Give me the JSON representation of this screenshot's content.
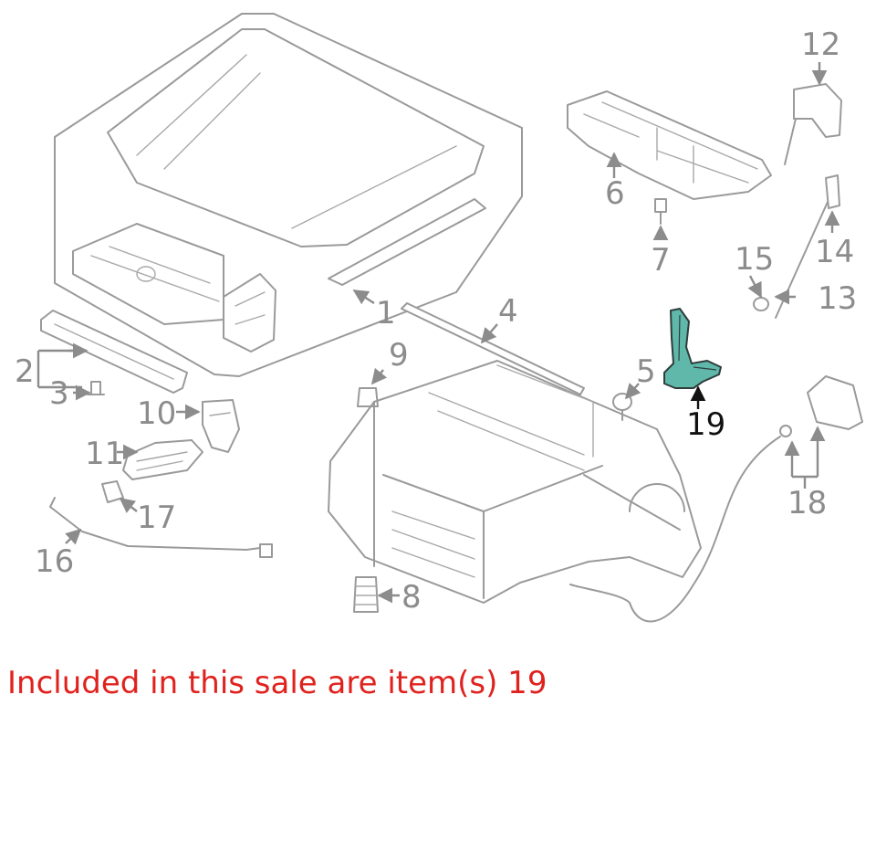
{
  "callouts": {
    "c1": "1",
    "c2": "2",
    "c3": "3",
    "c4": "4",
    "c5": "5",
    "c6": "6",
    "c7": "7",
    "c8": "8",
    "c9": "9",
    "c10": "10",
    "c11": "11",
    "c12": "12",
    "c13": "13",
    "c14": "14",
    "c15": "15",
    "c16": "16",
    "c17": "17",
    "c18": "18",
    "c19": "19"
  },
  "note": "Included in this sale are item(s) 19",
  "colors": {
    "highlight": "#5fb8aa",
    "note_text": "#e0221e",
    "line_art": "#9a9a9a"
  }
}
